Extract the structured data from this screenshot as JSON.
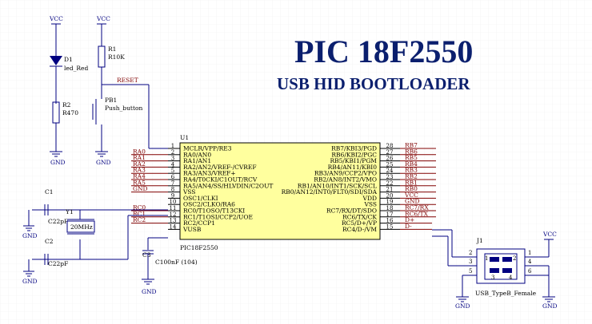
{
  "title": {
    "line1": "PIC 18F2550",
    "line2": "USB HID BOOTLOADER"
  },
  "power": {
    "vcc": "VCC",
    "gnd": "GND"
  },
  "components": {
    "d1": {
      "ref": "D1",
      "value": "led_Red"
    },
    "r2": {
      "ref": "R2",
      "value": "R470"
    },
    "r1": {
      "ref": "R1",
      "value": "R10K"
    },
    "pb1": {
      "ref": "PB1",
      "value": "Push_button"
    },
    "u1": {
      "ref": "U1",
      "part": "PIC18F2550"
    },
    "c1": {
      "ref": "C1",
      "value": "C22pF"
    },
    "c2": {
      "ref": "C2",
      "value": "C22pF"
    },
    "y1": {
      "ref": "Y1",
      "value": "20MHz"
    },
    "c3": {
      "ref": "C3",
      "value": "C100nF (104)"
    },
    "j1": {
      "ref": "J1",
      "part": "USB_TypeB_Female"
    }
  },
  "nets": {
    "reset": "RESET",
    "left": [
      "RA0",
      "RA1",
      "RA2",
      "RA3",
      "RA4",
      "RA5",
      "GND",
      "RC0",
      "RC1",
      "RC2"
    ],
    "right": [
      "RB7",
      "RB6",
      "RB5",
      "RB4",
      "RB3",
      "RB2",
      "RB1",
      "RB0",
      "VCC",
      "GND",
      "RC7/RX",
      "RC6/TX",
      "D+",
      "D-"
    ]
  },
  "pins_left": [
    {
      "num": "1",
      "name": "MCLR/VPP/RE3"
    },
    {
      "num": "2",
      "name": "RA0/AN0"
    },
    {
      "num": "3",
      "name": "RA1/AN1"
    },
    {
      "num": "4",
      "name": "RA2/AN2/VREF-/CVREF"
    },
    {
      "num": "5",
      "name": "RA3/AN3/VREF+"
    },
    {
      "num": "6",
      "name": "RA4/T0CKI/C1OUT/RCV"
    },
    {
      "num": "7",
      "name": "RA5/AN4/SS/HLVDIN/C2OUT"
    },
    {
      "num": "8",
      "name": "VSS"
    },
    {
      "num": "9",
      "name": "OSC1/CLKI"
    },
    {
      "num": "10",
      "name": "OSC2/CLKO/RA6"
    },
    {
      "num": "11",
      "name": "RC0/T1OSO/T13CKI"
    },
    {
      "num": "12",
      "name": "RC1/T1OSI/CCP2/UOE"
    },
    {
      "num": "13",
      "name": "RC2/CCP1"
    },
    {
      "num": "14",
      "name": "VUSB"
    }
  ],
  "pins_right": [
    {
      "num": "28",
      "name": "RB7/KBI3/PGD"
    },
    {
      "num": "27",
      "name": "RB6/KBI2/PGC"
    },
    {
      "num": "26",
      "name": "RB5/KBI1/PGM"
    },
    {
      "num": "25",
      "name": "RB4/AN11/KBI0"
    },
    {
      "num": "24",
      "name": "RB3/AN9/CCP2/VPO"
    },
    {
      "num": "23",
      "name": "RB2/AN8/INT2/VMO"
    },
    {
      "num": "22",
      "name": "RB1/AN10/INT1/SCK/SCL"
    },
    {
      "num": "21",
      "name": "RB0/AN12/INT0/FLT0/SDI/SDA"
    },
    {
      "num": "20",
      "name": "VDD"
    },
    {
      "num": "19",
      "name": "VSS"
    },
    {
      "num": "18",
      "name": "RC7/RX/DT/SDO"
    },
    {
      "num": "17",
      "name": "RC6/TX/CK"
    },
    {
      "num": "16",
      "name": "RC5/D+/VP"
    },
    {
      "num": "15",
      "name": "RC4/D-/VM"
    }
  ],
  "usb_pins": [
    "1",
    "2",
    "3",
    "4",
    "5",
    "6"
  ],
  "colors": {
    "ic_fill": "#ffff9e",
    "wire": "#000080",
    "net_label": "#800000",
    "title": "#0b1f6e"
  }
}
